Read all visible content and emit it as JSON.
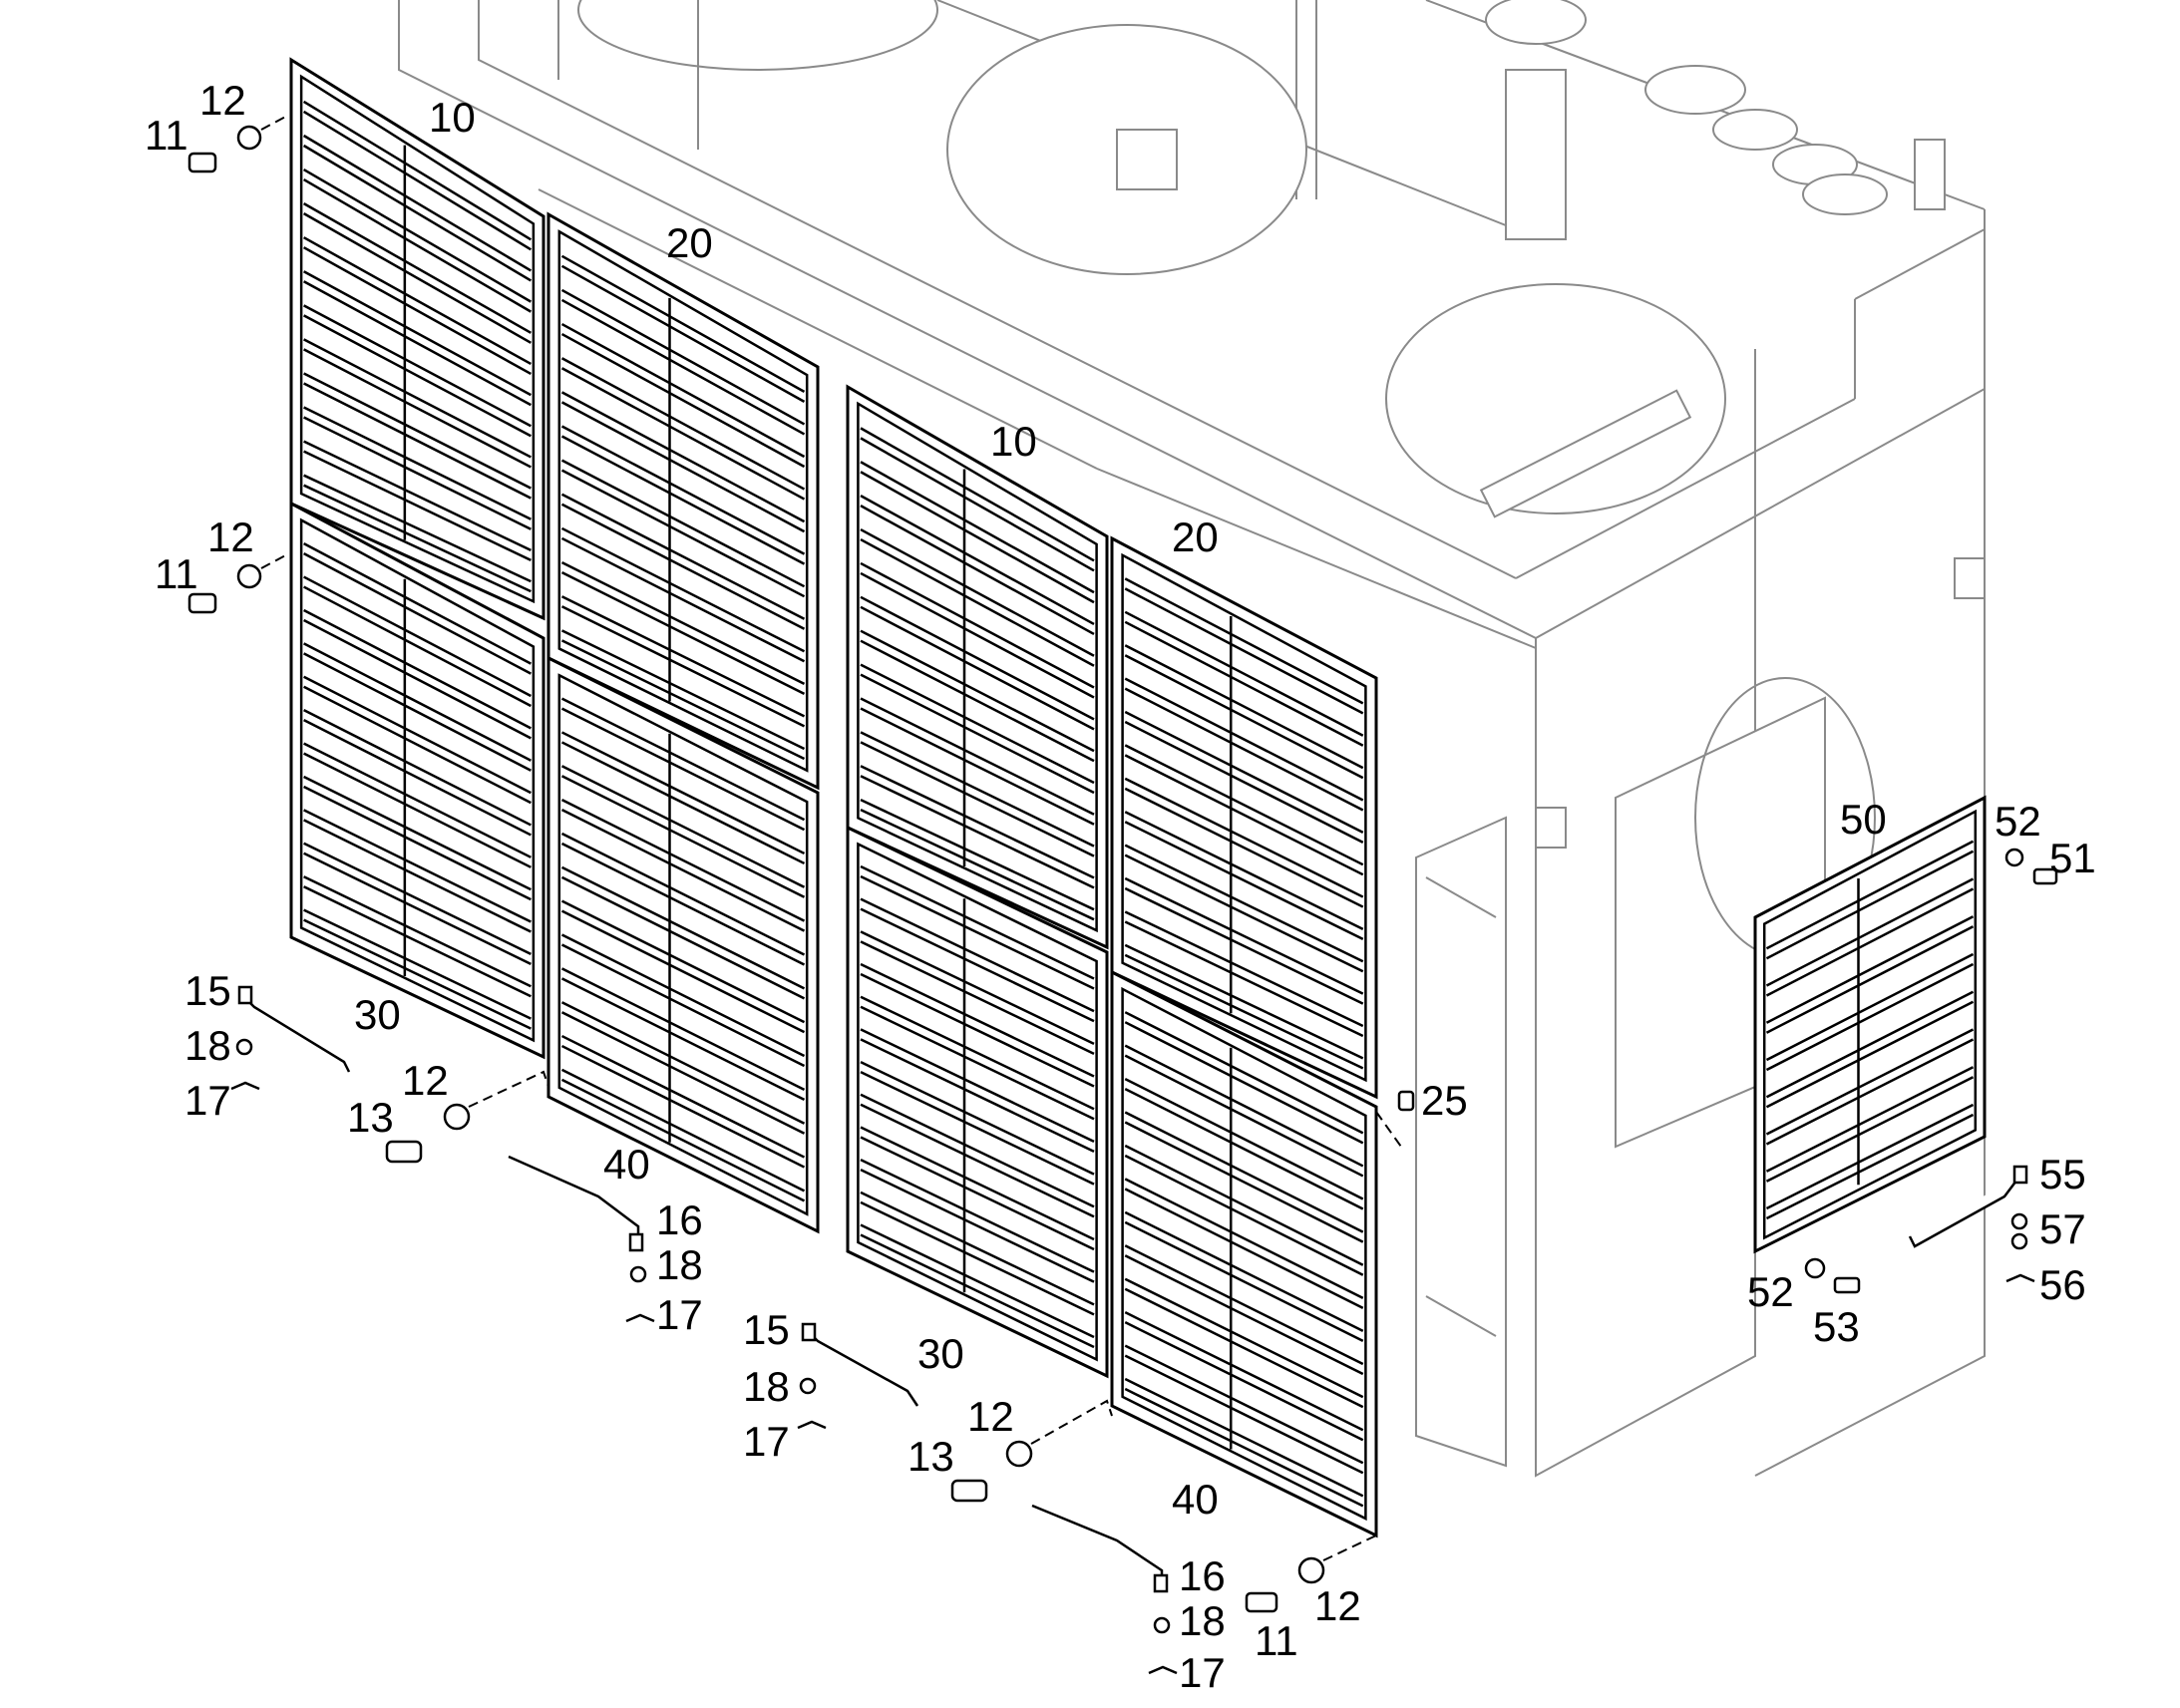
{
  "callouts": [
    {
      "id": "c1",
      "text": "12"
    },
    {
      "id": "c2",
      "text": "11"
    },
    {
      "id": "c3",
      "text": "10"
    },
    {
      "id": "c4",
      "text": "20"
    },
    {
      "id": "c5",
      "text": "12"
    },
    {
      "id": "c6",
      "text": "11"
    },
    {
      "id": "c7",
      "text": "10"
    },
    {
      "id": "c8",
      "text": "20"
    },
    {
      "id": "c9",
      "text": "50"
    },
    {
      "id": "c10",
      "text": "52"
    },
    {
      "id": "c11",
      "text": "51"
    },
    {
      "id": "c12",
      "text": "15"
    },
    {
      "id": "c13",
      "text": "30"
    },
    {
      "id": "c14",
      "text": "18"
    },
    {
      "id": "c15",
      "text": "17"
    },
    {
      "id": "c16",
      "text": "12"
    },
    {
      "id": "c17",
      "text": "13"
    },
    {
      "id": "c18",
      "text": "40"
    },
    {
      "id": "c19",
      "text": "16"
    },
    {
      "id": "c20",
      "text": "18"
    },
    {
      "id": "c21",
      "text": "17"
    },
    {
      "id": "c22",
      "text": "25"
    },
    {
      "id": "c23",
      "text": "55"
    },
    {
      "id": "c24",
      "text": "57"
    },
    {
      "id": "c25",
      "text": "56"
    },
    {
      "id": "c26",
      "text": "52"
    },
    {
      "id": "c27",
      "text": "53"
    },
    {
      "id": "c28",
      "text": "15"
    },
    {
      "id": "c29",
      "text": "30"
    },
    {
      "id": "c30",
      "text": "18"
    },
    {
      "id": "c31",
      "text": "17"
    },
    {
      "id": "c32",
      "text": "12"
    },
    {
      "id": "c33",
      "text": "13"
    },
    {
      "id": "c34",
      "text": "40"
    },
    {
      "id": "c35",
      "text": "16"
    },
    {
      "id": "c36",
      "text": "18"
    },
    {
      "id": "c37",
      "text": "17"
    },
    {
      "id": "c38",
      "text": "11"
    },
    {
      "id": "c39",
      "text": "12"
    }
  ]
}
